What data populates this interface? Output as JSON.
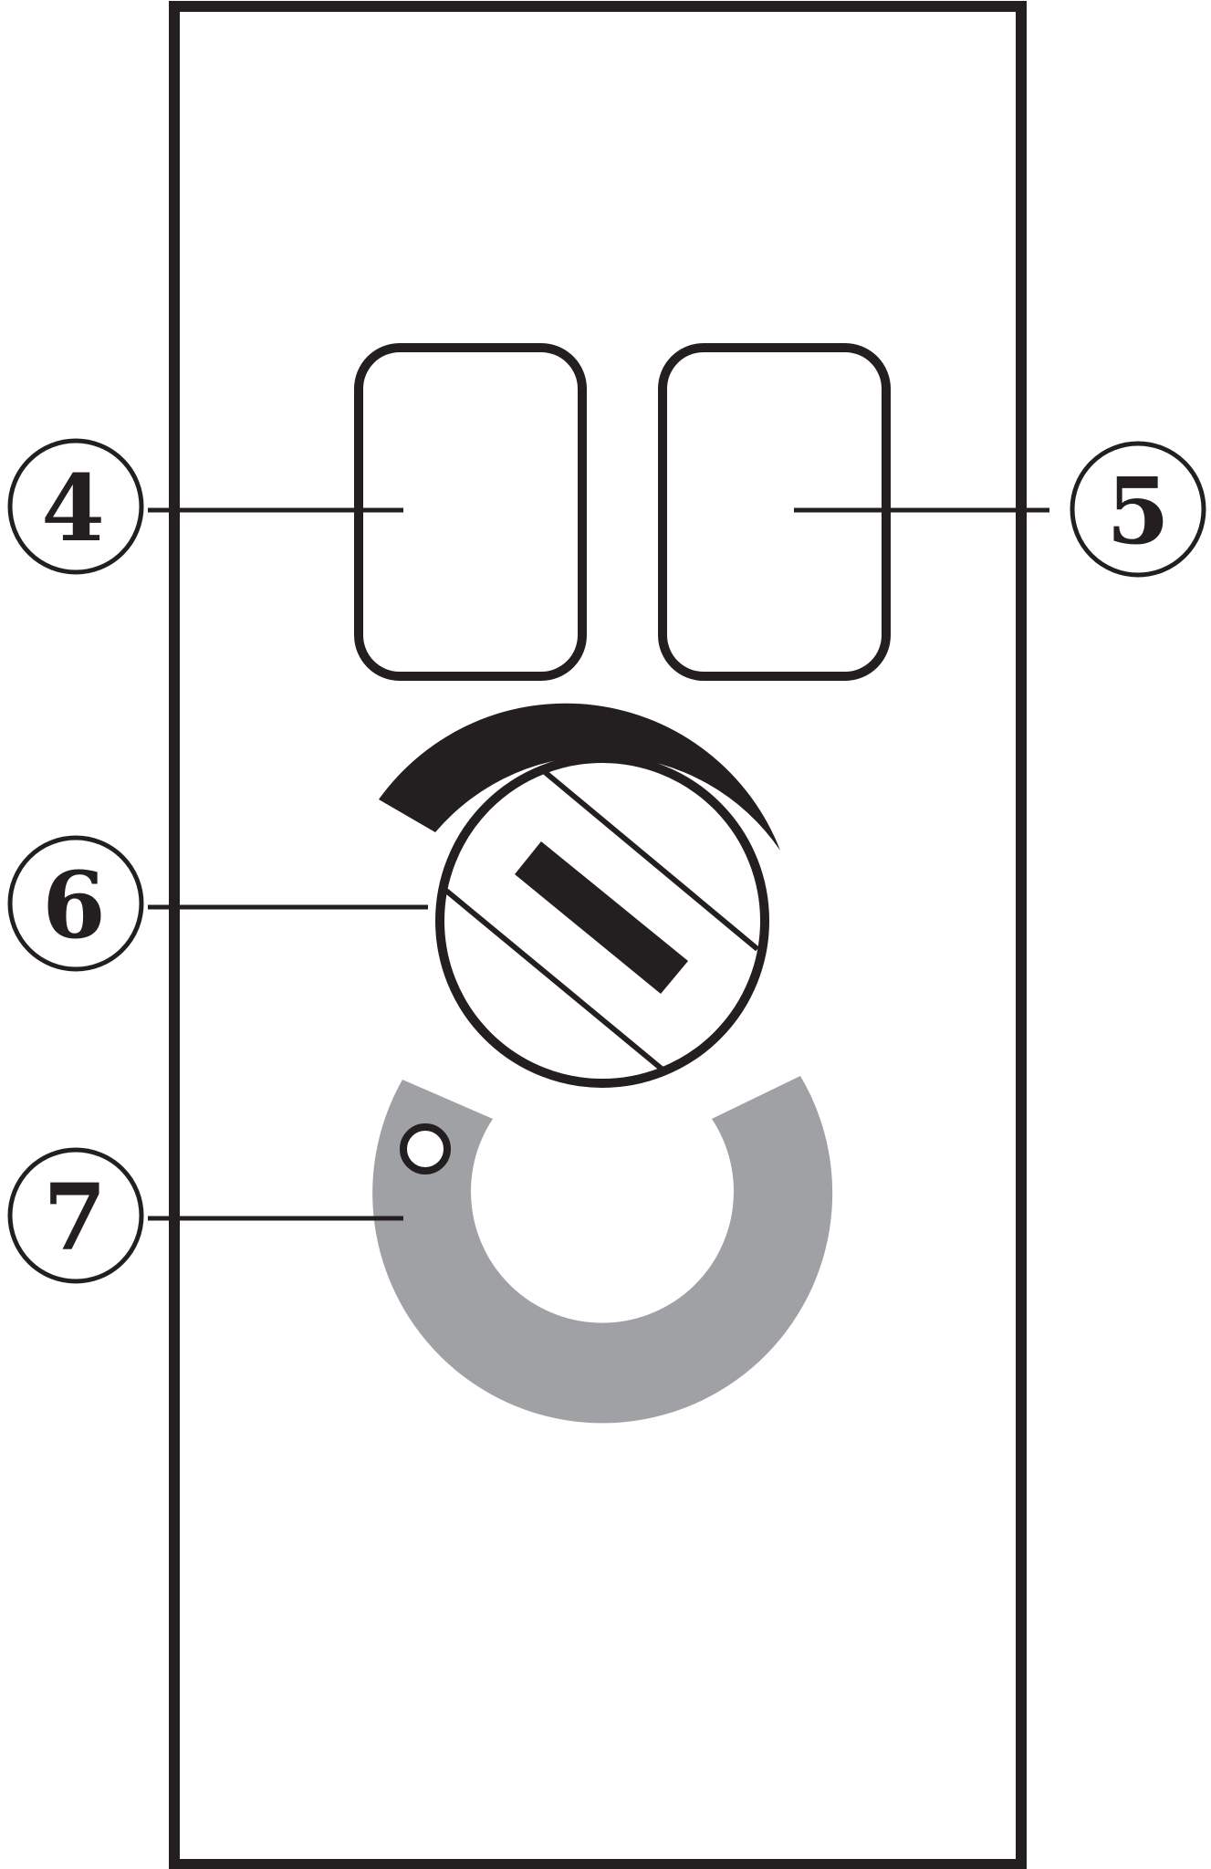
{
  "colors": {
    "stroke": "#231f20",
    "fill_dark": "#231f20",
    "ring_gray": "#a0a1a4",
    "background": "#ffffff"
  },
  "callouts": [
    {
      "id": "callout-4",
      "label": "4"
    },
    {
      "id": "callout-5",
      "label": "5"
    },
    {
      "id": "callout-6",
      "label": "6"
    },
    {
      "id": "callout-7",
      "label": "7"
    }
  ]
}
